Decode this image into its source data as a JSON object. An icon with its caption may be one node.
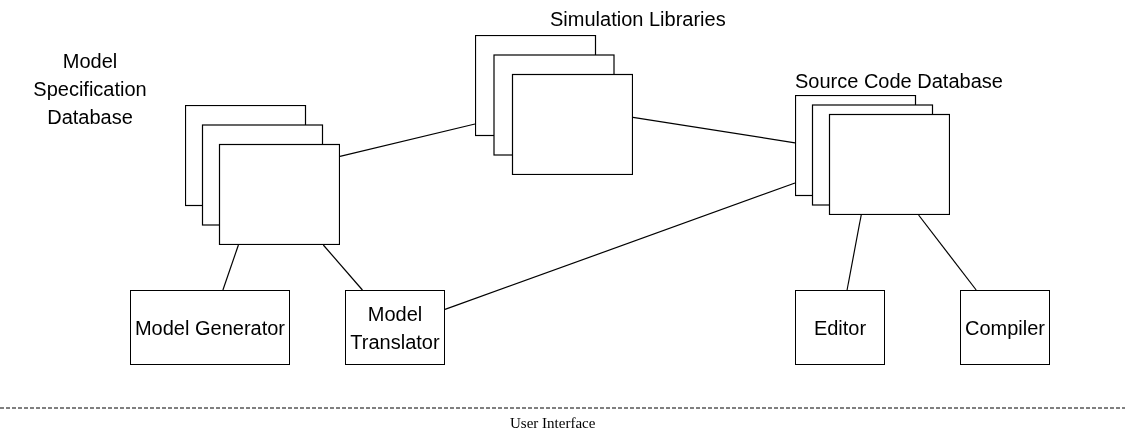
{
  "diagram": {
    "nodes": [
      {
        "text": [
          "Model Specification Database"
        ]
      },
      {
        "text": [
          "Simulation Libraries"
        ]
      },
      {
        "text": [
          "Source Code Database"
        ]
      },
      {
        "text": [
          "Model Generator"
        ]
      },
      {
        "text": [
          "Model Translator"
        ]
      },
      {
        "text": [
          "Editor"
        ]
      },
      {
        "text": [
          "Compiler"
        ]
      }
    ],
    "edges": [
      {
        "from": 0,
        "to": 1,
        "arrow": "none"
      },
      {
        "from": 1,
        "to": 2,
        "arrow": "none"
      },
      {
        "from": 4,
        "to": 2,
        "arrow": "none"
      },
      {
        "from": 0,
        "to": 3,
        "arrow": "none"
      },
      {
        "from": 0,
        "to": 4,
        "arrow": "none"
      },
      {
        "from": 2,
        "to": 5,
        "arrow": "none"
      },
      {
        "from": 2,
        "to": 6,
        "arrow": "none"
      }
    ],
    "labels": [
      "User Interface"
    ]
  }
}
